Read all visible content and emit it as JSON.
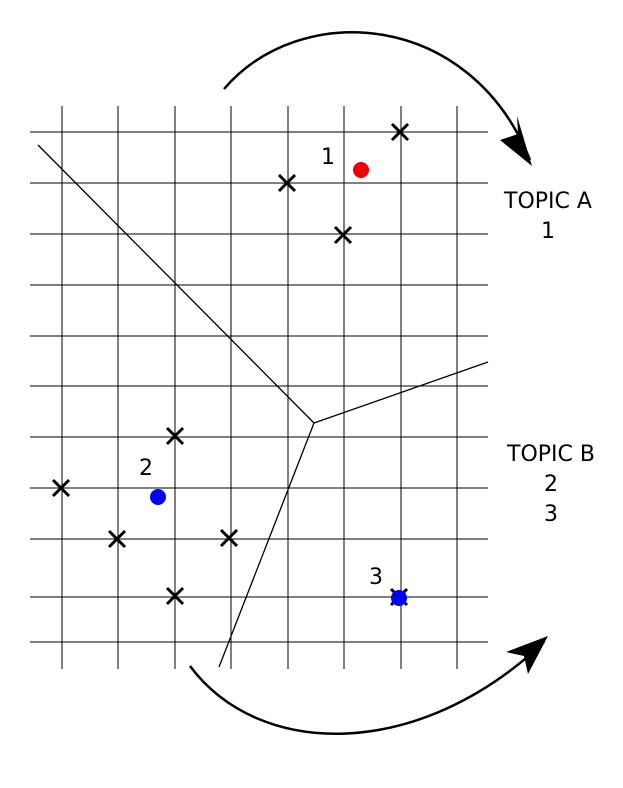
{
  "points": [
    {
      "label": "1",
      "color": "#ee0000"
    },
    {
      "label": "2",
      "color": "#0000ee"
    },
    {
      "label": "3",
      "color": "#0000ee"
    }
  ],
  "topic_a": {
    "title": "TOPIC A",
    "members": [
      "1"
    ]
  },
  "topic_b": {
    "title": "TOPIC B",
    "members": [
      "2",
      "3"
    ]
  },
  "colors": {
    "stroke": "#000000",
    "background": "#ffffff"
  }
}
